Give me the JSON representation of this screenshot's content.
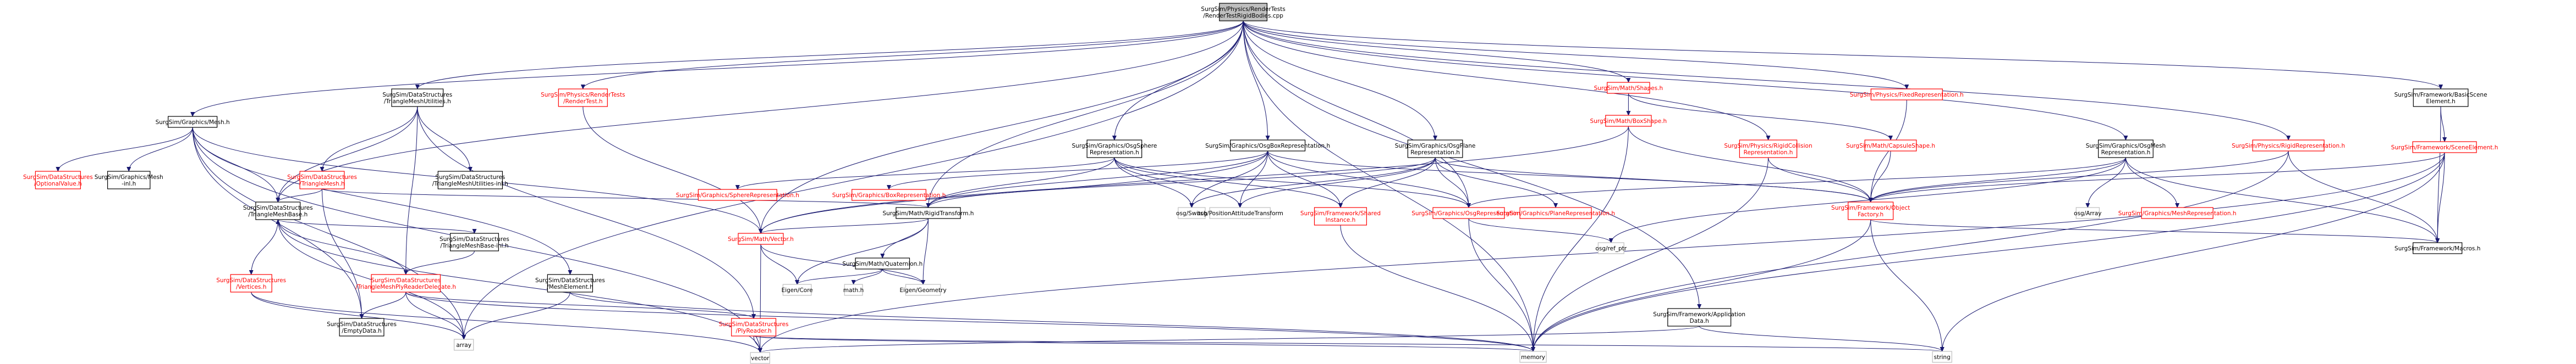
{
  "diagram": {
    "root": "root",
    "colors": {
      "edge": "#191970",
      "text_black": "#000000",
      "text_red": "#ff0000",
      "root_fill": "#bfbfbf",
      "node_fill": "#ffffff",
      "border_black": "#000000",
      "border_red": "#ff0000"
    },
    "nodes": [
      {
        "id": "root",
        "label": [
          "SurgSim/Physics/RenderTests",
          "/RenderTestRigidBodies.cpp"
        ],
        "style": "root"
      },
      {
        "id": "mesh",
        "label": [
          "SurgSim/Graphics/Mesh.h"
        ],
        "style": "black"
      },
      {
        "id": "tmu",
        "label": [
          "SurgSim/DataStructures",
          "/TriangleMeshUtilities.h"
        ],
        "style": "black"
      },
      {
        "id": "rendertest",
        "label": [
          "SurgSim/Physics/RenderTests",
          "/RenderTest.h"
        ],
        "style": "red"
      },
      {
        "id": "optional",
        "label": [
          "SurgSim/DataStructures",
          "/OptionalValue.h"
        ],
        "style": "red"
      },
      {
        "id": "meshinl",
        "label": [
          "SurgSim/Graphics/Mesh",
          "-inl.h"
        ],
        "style": "black"
      },
      {
        "id": "trimesh",
        "label": [
          "SurgSim/DataStructures",
          "/TriangleMesh.h"
        ],
        "style": "red"
      },
      {
        "id": "tmuinl",
        "label": [
          "SurgSim/DataStructures",
          "/TriangleMeshUtilities-inl.h"
        ],
        "style": "black"
      },
      {
        "id": "tmbase",
        "label": [
          "SurgSim/DataStructures",
          "/TriangleMeshBase.h"
        ],
        "style": "black"
      },
      {
        "id": "tmbaseinl",
        "label": [
          "SurgSim/DataStructures",
          "/TriangleMeshBase-inl.h"
        ],
        "style": "black"
      },
      {
        "id": "vertices",
        "label": [
          "SurgSim/DataStructures",
          "/Vertices.h"
        ],
        "style": "red"
      },
      {
        "id": "plydelegate",
        "label": [
          "SurgSim/DataStructures",
          "/TriangleMeshPlyReaderDelegate.h"
        ],
        "style": "red"
      },
      {
        "id": "meshelement",
        "label": [
          "SurgSim/DataStructures",
          "/MeshElement.h"
        ],
        "style": "black"
      },
      {
        "id": "emptydata",
        "label": [
          "SurgSim/DataStructures",
          "/EmptyData.h"
        ],
        "style": "black"
      },
      {
        "id": "plyreader",
        "label": [
          "SurgSim/DataStructures",
          "/PlyReader.h"
        ],
        "style": "red"
      },
      {
        "id": "array",
        "label": [
          "array"
        ],
        "style": "gray"
      },
      {
        "id": "vector",
        "label": [
          "vector"
        ],
        "style": "gray"
      },
      {
        "id": "vectorh",
        "label": [
          "SurgSim/Math/Vector.h"
        ],
        "style": "red"
      },
      {
        "id": "quaternion",
        "label": [
          "SurgSim/Math/Quaternion.h"
        ],
        "style": "black"
      },
      {
        "id": "rigidtransform",
        "label": [
          "SurgSim/Math/RigidTransform.h"
        ],
        "style": "black"
      },
      {
        "id": "eigencore",
        "label": [
          "Eigen/Core"
        ],
        "style": "gray"
      },
      {
        "id": "mathh",
        "label": [
          "math.h"
        ],
        "style": "gray"
      },
      {
        "id": "eigengeom",
        "label": [
          "Eigen/Geometry"
        ],
        "style": "gray"
      },
      {
        "id": "memory",
        "label": [
          "memory"
        ],
        "style": "gray"
      },
      {
        "id": "string",
        "label": [
          "string"
        ],
        "style": "gray"
      },
      {
        "id": "osgsphere",
        "label": [
          "SurgSim/Graphics/OsgSphere",
          "Representation.h"
        ],
        "style": "black"
      },
      {
        "id": "spherer",
        "label": [
          "SurgSim/Graphics/SphereRepresentation.h"
        ],
        "style": "red"
      },
      {
        "id": "boxr",
        "label": [
          "SurgSim/Graphics/BoxRepresentation.h"
        ],
        "style": "red"
      },
      {
        "id": "osgbox",
        "label": [
          "SurgSim/Graphics/OsgBoxRepresentation.h"
        ],
        "style": "black"
      },
      {
        "id": "osgswitch",
        "label": [
          "osg/Switch"
        ],
        "style": "gray"
      },
      {
        "id": "osgpat",
        "label": [
          "osg/PositionAttitudeTransform"
        ],
        "style": "gray"
      },
      {
        "id": "sharedinst",
        "label": [
          "SurgSim/Framework/Shared",
          "Instance.h"
        ],
        "style": "red"
      },
      {
        "id": "osgplane",
        "label": [
          "SurgSim/Graphics/OsgPlane",
          "Representation.h"
        ],
        "style": "black"
      },
      {
        "id": "osgrep",
        "label": [
          "SurgSim/Graphics/OsgRepresentation.h"
        ],
        "style": "red"
      },
      {
        "id": "planer",
        "label": [
          "SurgSim/Graphics/PlaneRepresentation.h"
        ],
        "style": "red"
      },
      {
        "id": "shapes",
        "label": [
          "SurgSim/Math/Shapes.h"
        ],
        "style": "red"
      },
      {
        "id": "boxshape",
        "label": [
          "SurgSim/Math/BoxShape.h"
        ],
        "style": "red"
      },
      {
        "id": "rigidcoll",
        "label": [
          "SurgSim/Physics/RigidCollision",
          "Representation.h"
        ],
        "style": "red"
      },
      {
        "id": "fixedrep",
        "label": [
          "SurgSim/Physics/FixedRepresentation.h"
        ],
        "style": "red"
      },
      {
        "id": "capsule",
        "label": [
          "SurgSim/Math/CapsuleShape.h"
        ],
        "style": "red"
      },
      {
        "id": "objfactory",
        "label": [
          "SurgSim/Framework/Object",
          "Factory.h"
        ],
        "style": "red"
      },
      {
        "id": "osgrefptr",
        "label": [
          "osg/ref_ptr"
        ],
        "style": "gray"
      },
      {
        "id": "appdata",
        "label": [
          "SurgSim/Framework/Application",
          "Data.h"
        ],
        "style": "black"
      },
      {
        "id": "osgmesh",
        "label": [
          "SurgSim/Graphics/OsgMesh",
          "Representation.h"
        ],
        "style": "black"
      },
      {
        "id": "osgarray",
        "label": [
          "osg/Array"
        ],
        "style": "gray"
      },
      {
        "id": "meshr",
        "label": [
          "SurgSim/Graphics/MeshRepresentation.h"
        ],
        "style": "red"
      },
      {
        "id": "rigidrep",
        "label": [
          "SurgSim/Physics/RigidRepresentation.h"
        ],
        "style": "red"
      },
      {
        "id": "basicscene",
        "label": [
          "SurgSim/Framework/BasicScene",
          "Element.h"
        ],
        "style": "black"
      },
      {
        "id": "sceneelement",
        "label": [
          "SurgSim/Framework/SceneElement.h"
        ],
        "style": "red"
      },
      {
        "id": "macros",
        "label": [
          "SurgSim/Framework/Macros.h"
        ],
        "style": "black"
      }
    ],
    "edges": [
      [
        "root",
        "mesh"
      ],
      [
        "root",
        "tmu"
      ],
      [
        "root",
        "rendertest"
      ],
      [
        "root",
        "tmbase"
      ],
      [
        "root",
        "vectorh"
      ],
      [
        "root",
        "rigidtransform"
      ],
      [
        "root",
        "osgsphere"
      ],
      [
        "root",
        "osgbox"
      ],
      [
        "root",
        "osgplane"
      ],
      [
        "root",
        "shapes"
      ],
      [
        "root",
        "rigidcoll"
      ],
      [
        "root",
        "fixedrep"
      ],
      [
        "root",
        "osgmesh"
      ],
      [
        "root",
        "rigidrep"
      ],
      [
        "root",
        "basicscene"
      ],
      [
        "root",
        "memory"
      ],
      [
        "root",
        "array"
      ],
      [
        "root",
        "appdata"
      ],
      [
        "root",
        "osgrep"
      ],
      [
        "mesh",
        "optional"
      ],
      [
        "mesh",
        "meshinl"
      ],
      [
        "mesh",
        "tmbase"
      ],
      [
        "mesh",
        "emptydata"
      ],
      [
        "mesh",
        "vectorh"
      ],
      [
        "mesh",
        "vector"
      ],
      [
        "mesh",
        "array"
      ],
      [
        "mesh",
        "meshelement"
      ],
      [
        "tmu",
        "trimesh"
      ],
      [
        "tmu",
        "tmuinl"
      ],
      [
        "tmu",
        "tmbase"
      ],
      [
        "tmu",
        "plyreader"
      ],
      [
        "tmu",
        "plydelegate"
      ],
      [
        "rendertest",
        "vectorh"
      ],
      [
        "trimesh",
        "tmbase"
      ],
      [
        "trimesh",
        "emptydata"
      ],
      [
        "trimesh",
        "rigidtransform"
      ],
      [
        "tmbase",
        "tmbaseinl"
      ],
      [
        "tmbase",
        "vertices"
      ],
      [
        "tmbase",
        "array"
      ],
      [
        "tmbase",
        "vector"
      ],
      [
        "tmbaseinl",
        "plydelegate"
      ],
      [
        "plydelegate",
        "plyreader"
      ],
      [
        "plydelegate",
        "emptydata"
      ],
      [
        "plydelegate",
        "array"
      ],
      [
        "plydelegate",
        "tmbase"
      ],
      [
        "plydelegate",
        "memory"
      ],
      [
        "vertices",
        "vector"
      ],
      [
        "vertices",
        "array"
      ],
      [
        "meshelement",
        "array"
      ],
      [
        "meshelement",
        "memory"
      ],
      [
        "plyreader",
        "vector"
      ],
      [
        "plyreader",
        "memory"
      ],
      [
        "plyreader",
        "string"
      ],
      [
        "vectorh",
        "eigencore"
      ],
      [
        "vectorh",
        "eigengeom"
      ],
      [
        "vectorh",
        "vector"
      ],
      [
        "quaternion",
        "eigencore"
      ],
      [
        "quaternion",
        "mathh"
      ],
      [
        "quaternion",
        "eigengeom"
      ],
      [
        "rigidtransform",
        "quaternion"
      ],
      [
        "rigidtransform",
        "vectorh"
      ],
      [
        "rigidtransform",
        "eigengeom"
      ],
      [
        "rigidtransform",
        "eigencore"
      ],
      [
        "osgsphere",
        "spherer"
      ],
      [
        "osgsphere",
        "rigidtransform"
      ],
      [
        "osgsphere",
        "osgswitch"
      ],
      [
        "osgsphere",
        "osgpat"
      ],
      [
        "osgsphere",
        "sharedinst"
      ],
      [
        "osgsphere",
        "osgrep"
      ],
      [
        "osgbox",
        "boxr"
      ],
      [
        "osgbox",
        "rigidtransform"
      ],
      [
        "osgbox",
        "osgswitch"
      ],
      [
        "osgbox",
        "osgpat"
      ],
      [
        "osgbox",
        "sharedinst"
      ],
      [
        "osgbox",
        "osgrep"
      ],
      [
        "osgbox",
        "vectorh"
      ],
      [
        "osgbox",
        "objfactory"
      ],
      [
        "osgplane",
        "rigidtransform"
      ],
      [
        "osgplane",
        "osgswitch"
      ],
      [
        "osgplane",
        "osgpat"
      ],
      [
        "osgplane",
        "sharedinst"
      ],
      [
        "osgplane",
        "osgrep"
      ],
      [
        "osgplane",
        "planer"
      ],
      [
        "osgplane",
        "objfactory"
      ],
      [
        "sharedinst",
        "memory"
      ],
      [
        "osgrep",
        "osgrefptr"
      ],
      [
        "osgrep",
        "memory"
      ],
      [
        "shapes",
        "boxshape"
      ],
      [
        "shapes",
        "capsule"
      ],
      [
        "boxshape",
        "objfactory"
      ],
      [
        "boxshape",
        "vectorh"
      ],
      [
        "boxshape",
        "memory"
      ],
      [
        "rigidcoll",
        "objfactory"
      ],
      [
        "rigidcoll",
        "memory"
      ],
      [
        "fixedrep",
        "objfactory"
      ],
      [
        "capsule",
        "objfactory"
      ],
      [
        "objfactory",
        "macros"
      ],
      [
        "objfactory",
        "string"
      ],
      [
        "objfactory",
        "memory"
      ],
      [
        "appdata",
        "vector"
      ],
      [
        "appdata",
        "string"
      ],
      [
        "osgmesh",
        "osgarray"
      ],
      [
        "osgmesh",
        "meshr"
      ],
      [
        "osgmesh",
        "osgrep"
      ],
      [
        "osgmesh",
        "osgrefptr"
      ],
      [
        "osgmesh",
        "objfactory"
      ],
      [
        "osgmesh",
        "macros"
      ],
      [
        "rigidrep",
        "objfactory"
      ],
      [
        "rigidrep",
        "macros"
      ],
      [
        "rigidrep",
        "memory"
      ],
      [
        "basicscene",
        "sceneelement"
      ],
      [
        "basicscene",
        "macros"
      ],
      [
        "sceneelement",
        "objfactory"
      ],
      [
        "sceneelement",
        "memory"
      ],
      [
        "sceneelement",
        "string"
      ],
      [
        "sceneelement",
        "vector"
      ],
      [
        "sceneelement",
        "macros"
      ]
    ]
  }
}
